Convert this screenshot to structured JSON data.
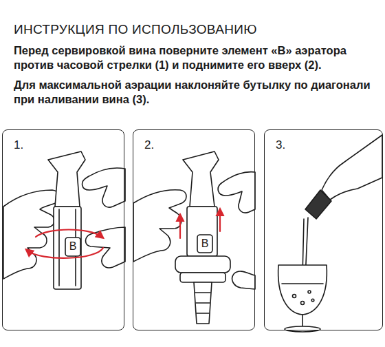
{
  "diagram": {
    "title": "ИНСТРУКЦИЯ ПО ИСПОЛЬЗОВАНИЮ",
    "nodes": [
      {
        "text": [
          "1."
        ]
      },
      {
        "text": [
          "2."
        ]
      },
      {
        "text": [
          "3."
        ]
      }
    ],
    "labels": [
      "Перед сервировкой вина поверните элемент «В» аэратора против часовой стрелки (1) и поднимите его вверх (2).",
      "Для максимальной аэрации наклоняйте бутылку по диагонали при наливании вина (3).",
      "B",
      "B"
    ]
  }
}
